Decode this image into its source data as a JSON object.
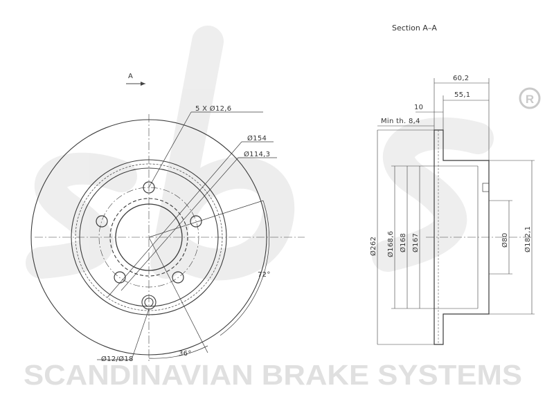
{
  "section_title": "Section A–A",
  "section_marker": "A",
  "front_view": {
    "bolt_holes": "5 X Ø12,6",
    "d154": "Ø154",
    "d114": "Ø114,3",
    "angle72": "72°",
    "angle36": "36°",
    "pin_hole": "Ø12/Ø18"
  },
  "section_view": {
    "w60": "60,2",
    "w55": "55,1",
    "w10": "10",
    "min_th": "Min th. 8,4",
    "d262": "Ø262",
    "d168_6": "Ø168,6",
    "d168": "Ø168",
    "d167": "Ø167",
    "d80": "Ø80",
    "d182": "Ø182,1"
  },
  "branding": {
    "logo": "sbs",
    "tagline": "SCANDINAVIAN BRAKE SYSTEMS",
    "registered": "R"
  }
}
